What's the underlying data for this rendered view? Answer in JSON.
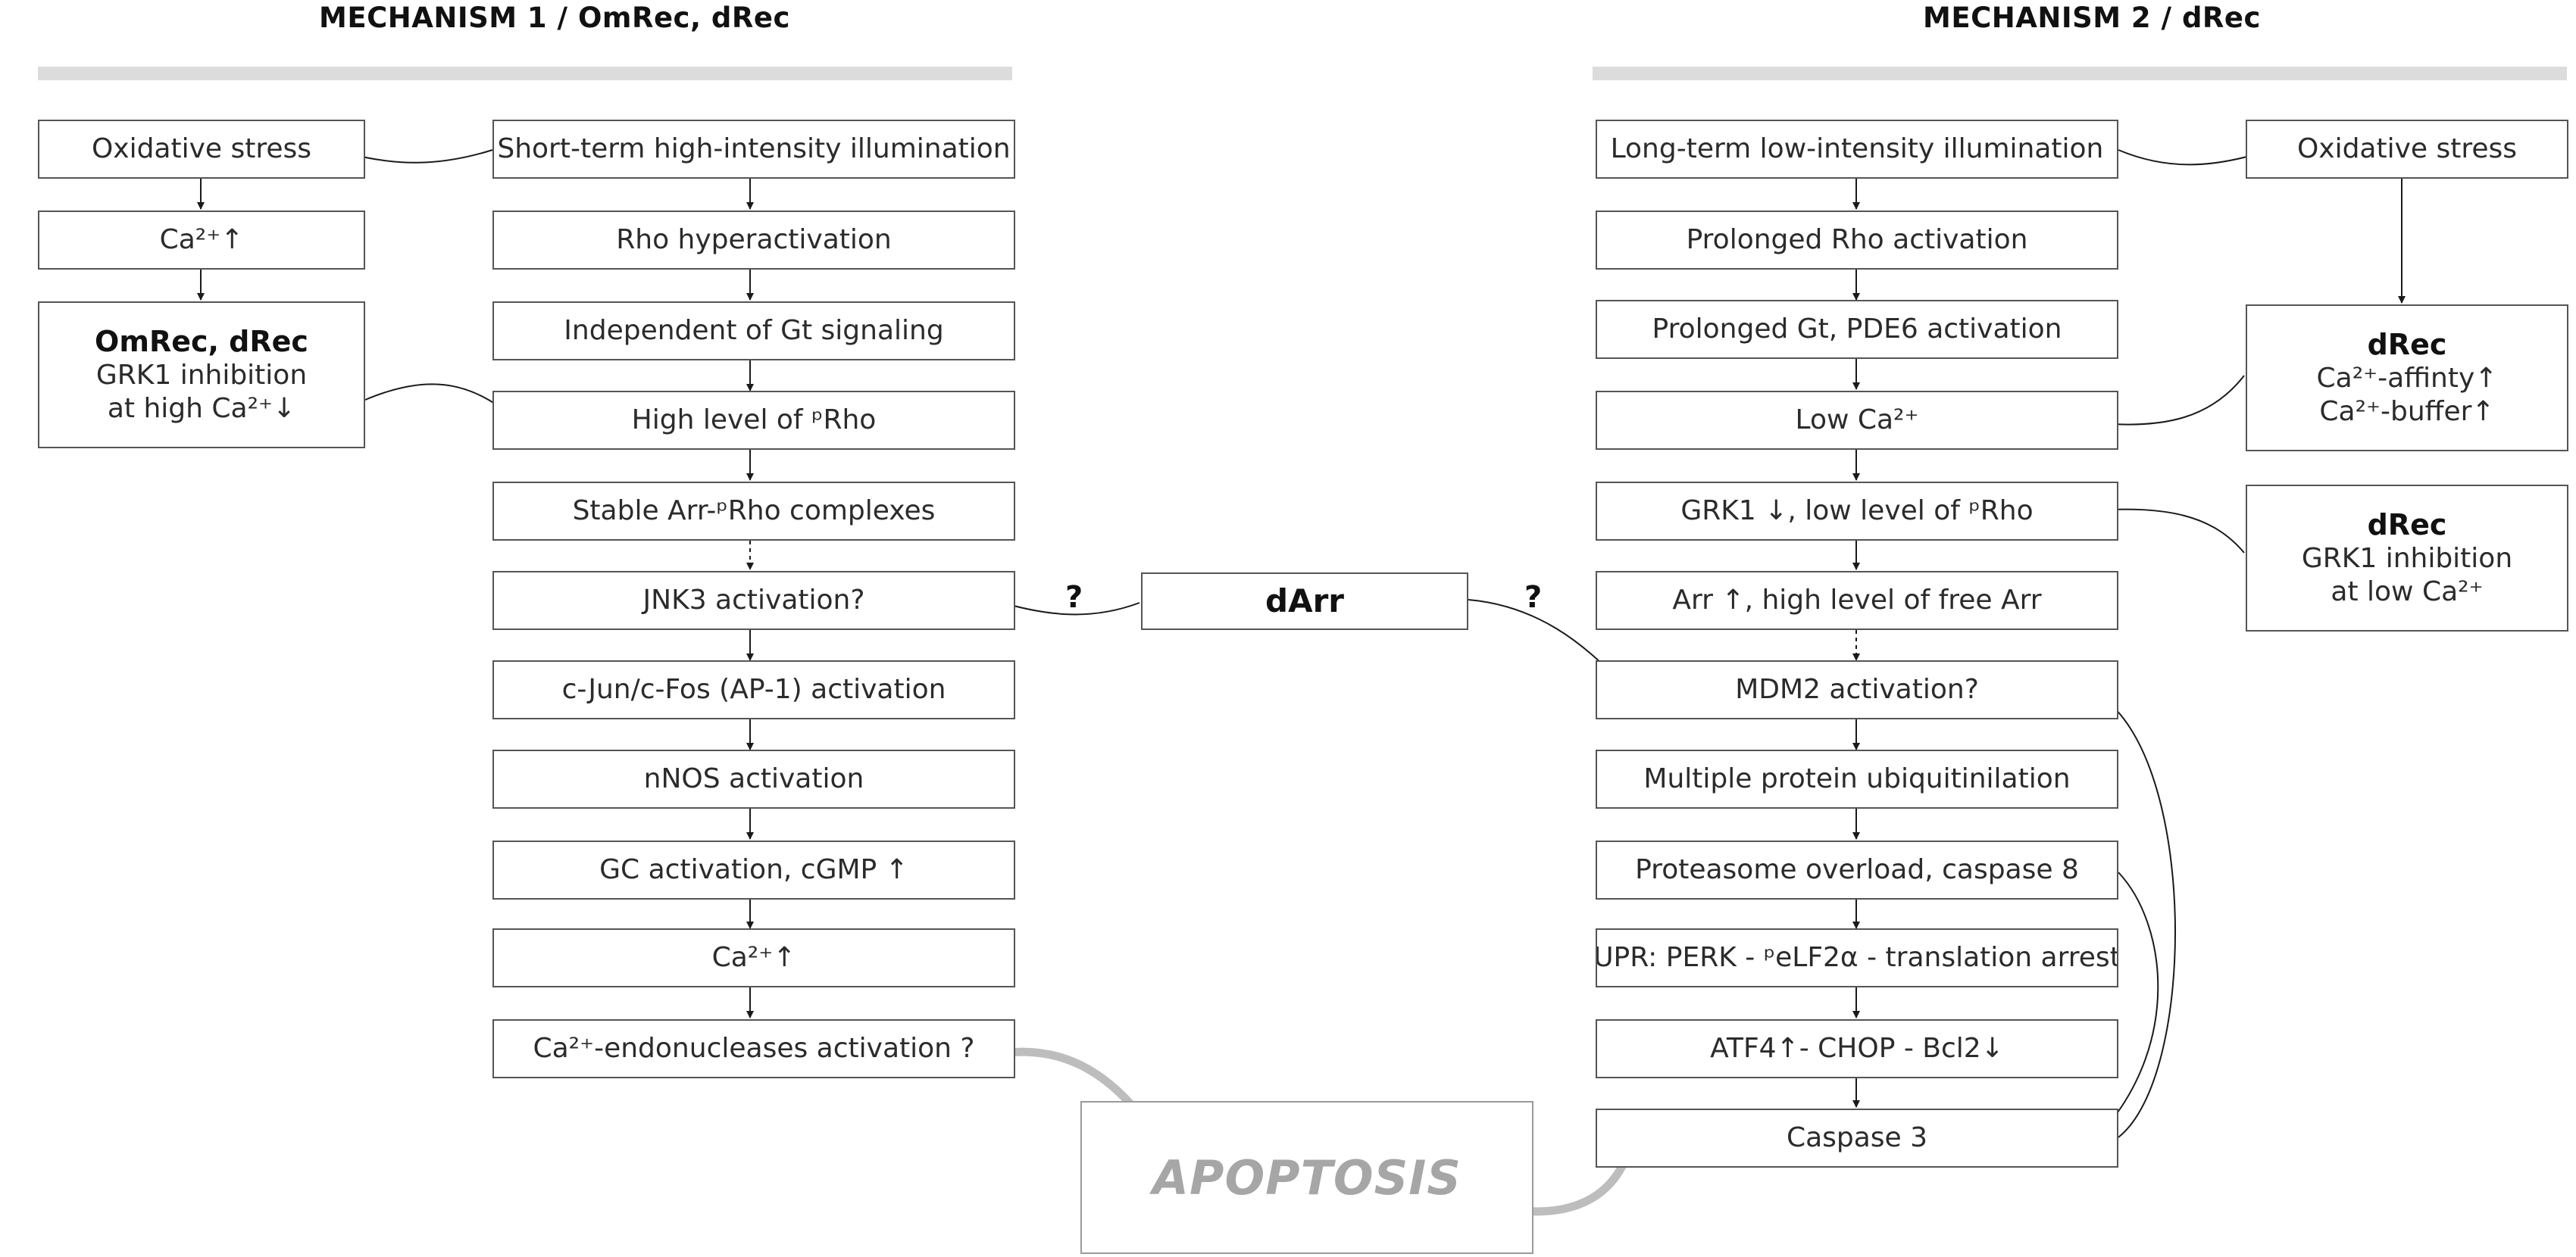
{
  "headers": {
    "mechanism1": "MECHANISM 1 / OmRec, dRec",
    "mechanism2": "MECHANISM 2 / dRec"
  },
  "mech1": {
    "oxidative_stress": "Oxidative stress",
    "ca_up": "Ca²⁺↑",
    "omrec_title": "OmRec, dRec",
    "omrec_line1": "GRK1 inhibition",
    "omrec_line2": "at high Ca²⁺↓",
    "steps": [
      "Short-term high-intensity illumination",
      "Rho hyperactivation",
      "Independent of Gt signaling",
      "High level of ᵖRho",
      "Stable Arr-ᵖRho complexes",
      "JNK3 activation?",
      "c-Jun/c-Fos (AP-1) activation",
      "nNOS activation",
      "GC activation, cGMP ↑",
      "Ca²⁺↑",
      "Ca²⁺-endonucleases activation ?"
    ]
  },
  "center": {
    "darr": "dArr",
    "q_left": "?",
    "q_right": "?",
    "apoptosis": "APOPTOSIS"
  },
  "mech2": {
    "steps": [
      "Long-term low-intensity illumination",
      "Prolonged Rho activation",
      "Prolonged Gt, PDE6 activation",
      "Low Ca²⁺",
      "GRK1 ↓, low level of ᵖRho",
      "Arr ↑, high level of free Arr",
      "MDM2 activation?",
      "Multiple protein ubiquitinilation",
      "Proteasome overload, caspase 8",
      "UPR: PERK - ᵖeLF2α - translation arrest",
      "ATF4↑- CHOP - Bcl2↓",
      "Caspase 3"
    ],
    "oxidative_stress": "Oxidative stress",
    "drec1_title": "dRec",
    "drec1_line1": "Ca²⁺-affinty↑",
    "drec1_line2": "Ca²⁺-buffer↑",
    "drec2_title": "dRec",
    "drec2_line1": "GRK1 inhibition",
    "drec2_line2": "at low Ca²⁺"
  }
}
